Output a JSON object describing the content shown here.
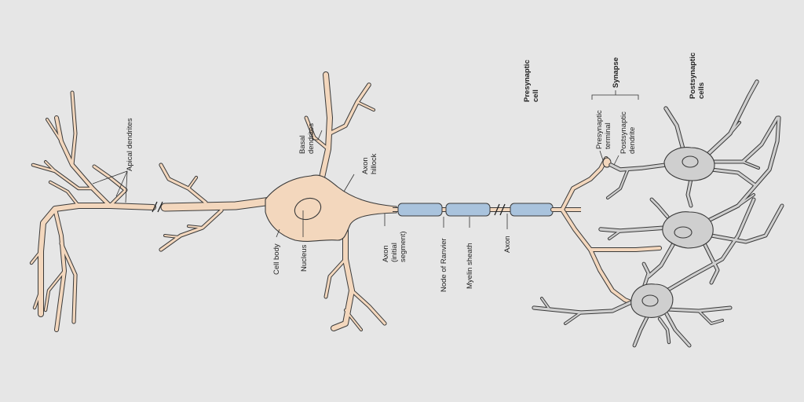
{
  "labels": {
    "apical_dendrites": "Apical dendrites",
    "basal_dendrites_1": "Basal",
    "basal_dendrites_2": "dendrites",
    "axon_hillock_1": "Axon",
    "axon_hillock_2": "hillock",
    "cell_body": "Cell body",
    "nucleus": "Nucleus",
    "axon_initial_1": "Axon",
    "axon_initial_2": "(initial",
    "axon_initial_3": "segment)",
    "node_of_ranvier": "Node of Ranvier",
    "myelin_sheath": "Myelin sheath",
    "axon": "Axon",
    "presynaptic_cell_1": "Presynaptic",
    "presynaptic_cell_2": "cell",
    "presynaptic_terminal_1": "Presynaptic",
    "presynaptic_terminal_2": "terminal",
    "postsynaptic_dendrite_1": "Postsynaptic",
    "postsynaptic_dendrite_2": "dendrite",
    "synapse": "Synapse",
    "postsynaptic_cells_1": "Postsynaptic",
    "postsynaptic_cells_2": "cells"
  },
  "colors": {
    "background": "#e6e6e6",
    "neuron_fill": "#f3d7bd",
    "myelin_fill": "#a9c3dd",
    "postsynaptic_fill": "#cfcfcf",
    "outline": "#3a3a3a"
  }
}
